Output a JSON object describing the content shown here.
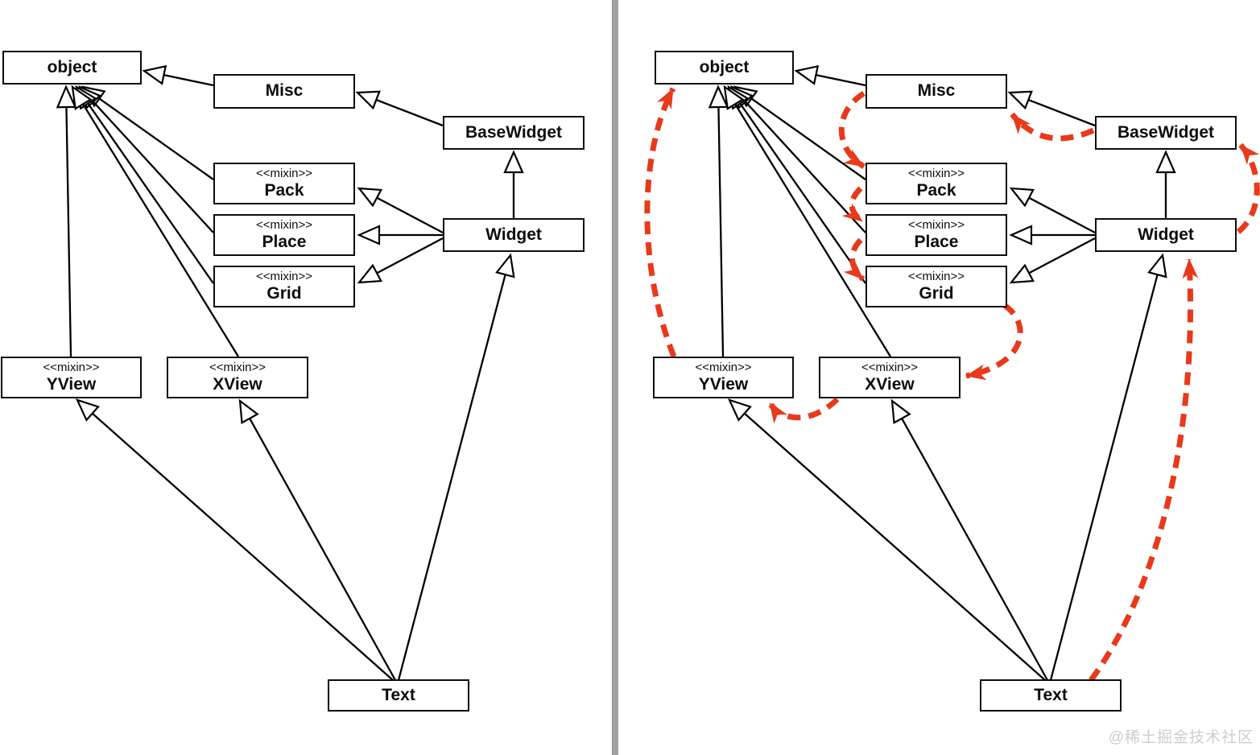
{
  "watermark": "@稀土掘金技术社区",
  "diagram": {
    "nodes": {
      "object": {
        "label": "object"
      },
      "misc": {
        "label": "Misc"
      },
      "basewidget": {
        "label": "BaseWidget"
      },
      "pack": {
        "stereotype": "<<mixin>>",
        "label": "Pack"
      },
      "place": {
        "stereotype": "<<mixin>>",
        "label": "Place"
      },
      "grid": {
        "stereotype": "<<mixin>>",
        "label": "Grid"
      },
      "widget": {
        "label": "Widget"
      },
      "yview": {
        "stereotype": "<<mixin>>",
        "label": "YView"
      },
      "xview": {
        "stereotype": "<<mixin>>",
        "label": "XView"
      },
      "text": {
        "label": "Text"
      }
    },
    "inheritance_edges": [
      [
        "Misc",
        "object"
      ],
      [
        "BaseWidget",
        "Misc"
      ],
      [
        "Widget",
        "BaseWidget"
      ],
      [
        "Widget",
        "Pack"
      ],
      [
        "Widget",
        "Place"
      ],
      [
        "Widget",
        "Grid"
      ],
      [
        "Pack",
        "object"
      ],
      [
        "Place",
        "object"
      ],
      [
        "Grid",
        "object"
      ],
      [
        "XView",
        "object"
      ],
      [
        "YView",
        "object"
      ],
      [
        "Text",
        "YView"
      ],
      [
        "Text",
        "XView"
      ],
      [
        "Text",
        "Widget"
      ]
    ],
    "mro_order": [
      "Text",
      "Widget",
      "BaseWidget",
      "Misc",
      "Pack",
      "Place",
      "Grid",
      "XView",
      "YView",
      "object"
    ],
    "colors": {
      "line": "#000000",
      "mro_arrow": "#e8391b",
      "divider": "#a0a0a0",
      "watermark": "#cdcdcd",
      "box_fill": "#ffffff"
    }
  }
}
